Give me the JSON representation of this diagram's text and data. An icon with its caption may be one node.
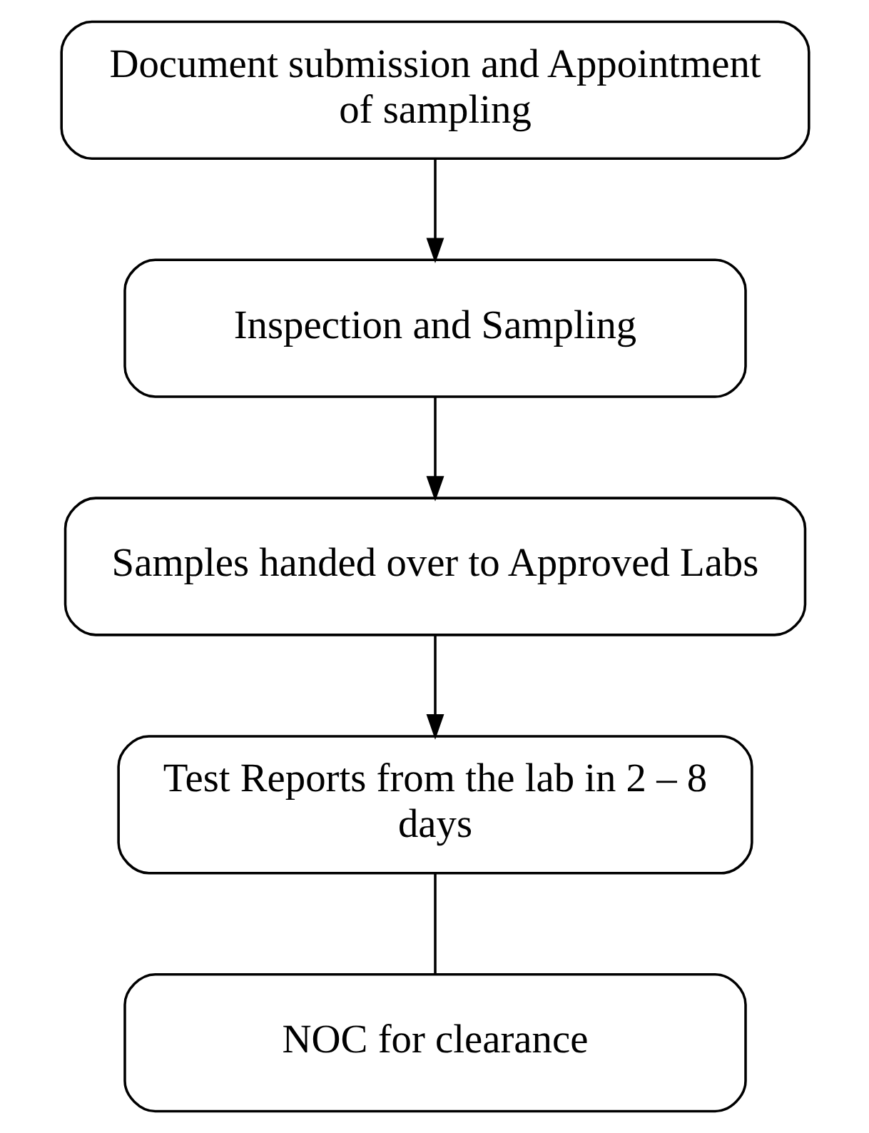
{
  "diagram": {
    "nodes": [
      {
        "text": [
          "Document submission and Appointment of sampling"
        ]
      },
      {
        "text": [
          "Inspection and Sampling"
        ]
      },
      {
        "text": [
          "Samples handed over to Approved Labs"
        ]
      },
      {
        "text": [
          "Test Reports from the lab in 2 – 8 days"
        ]
      },
      {
        "text": [
          "NOC for clearance"
        ]
      }
    ],
    "edges": [
      {
        "from": 0,
        "to": 1,
        "arrow": "to"
      },
      {
        "from": 1,
        "to": 2,
        "arrow": "to"
      },
      {
        "from": 2,
        "to": 3,
        "arrow": "to"
      },
      {
        "from": 3,
        "to": 4,
        "arrow": "none"
      }
    ]
  }
}
